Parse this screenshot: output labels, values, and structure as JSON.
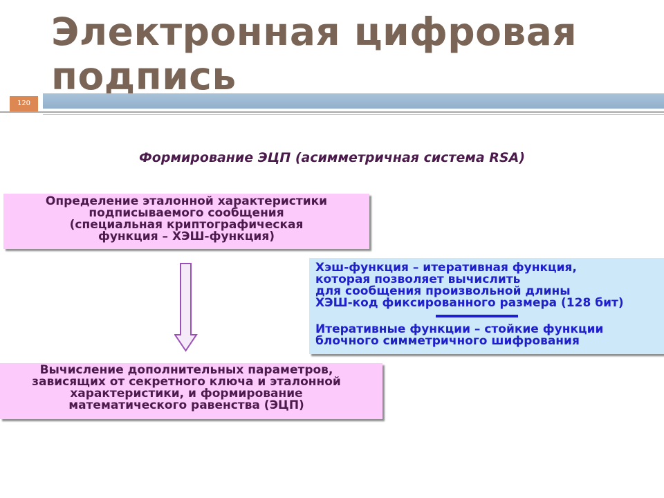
{
  "slide": {
    "title_line1": "Электронная цифровая",
    "title_line2": "подпись",
    "number": "120",
    "subtitle": "Формирование ЭЦП (асимметричная система RSA)"
  },
  "box_top": {
    "lines": [
      "Определение эталонной характеристики",
      "подписываемого сообщения",
      "(специальная криптографическая",
      "функция – ХЭШ-функция)"
    ]
  },
  "box_bottom": {
    "lines": [
      "Вычисление дополнительных параметров,",
      "зависящих от секретного ключа и эталонной",
      "характеристики, и формирование",
      "математического равенства (ЭЦП)"
    ]
  },
  "box_info": {
    "lines": [
      "Хэш-функция – итеративная функция,",
      "которая позволяет вычислить",
      "для сообщения произвольной длины",
      "ХЭШ-код фиксированного размера (128 бит)",
      "Итеративные функции – стойкие функции",
      "блочного симметричного шифрования"
    ]
  },
  "colors": {
    "title": "#7a6456",
    "accent_orange": "#dd8853",
    "bar_blue": "#a9c2d8",
    "box_pink": "#fdcbfb",
    "box_blue": "#cde8f8",
    "text_purple": "#4d1a4d",
    "text_blue": "#1f1fcc"
  }
}
